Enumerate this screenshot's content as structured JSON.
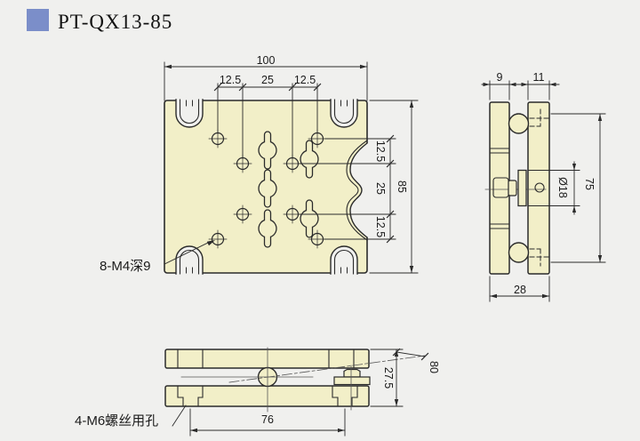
{
  "title": "PT-QX13-85",
  "colors": {
    "accent": "#7b8ec9",
    "plate": "#f2efc8",
    "line": "#2b2b2b",
    "background": "#f0f0ee"
  },
  "front_view": {
    "overall_width": "100",
    "overall_height": "85",
    "top_spacings": [
      "12.5",
      "25",
      "12.5"
    ],
    "right_spacings": [
      "12.5",
      "25",
      "12.5"
    ],
    "thread_note": "8-M4深9"
  },
  "side_view": {
    "plate_a_thickness": "9",
    "plate_b_thickness": "11",
    "knob_diameter": "Ø18",
    "hole_span": "75",
    "total_thickness": "28"
  },
  "bottom_view": {
    "screw_note": "4-M6螺丝用孔",
    "hole_span": "76",
    "assembly_height": "27.5",
    "rotation_center": "80"
  }
}
